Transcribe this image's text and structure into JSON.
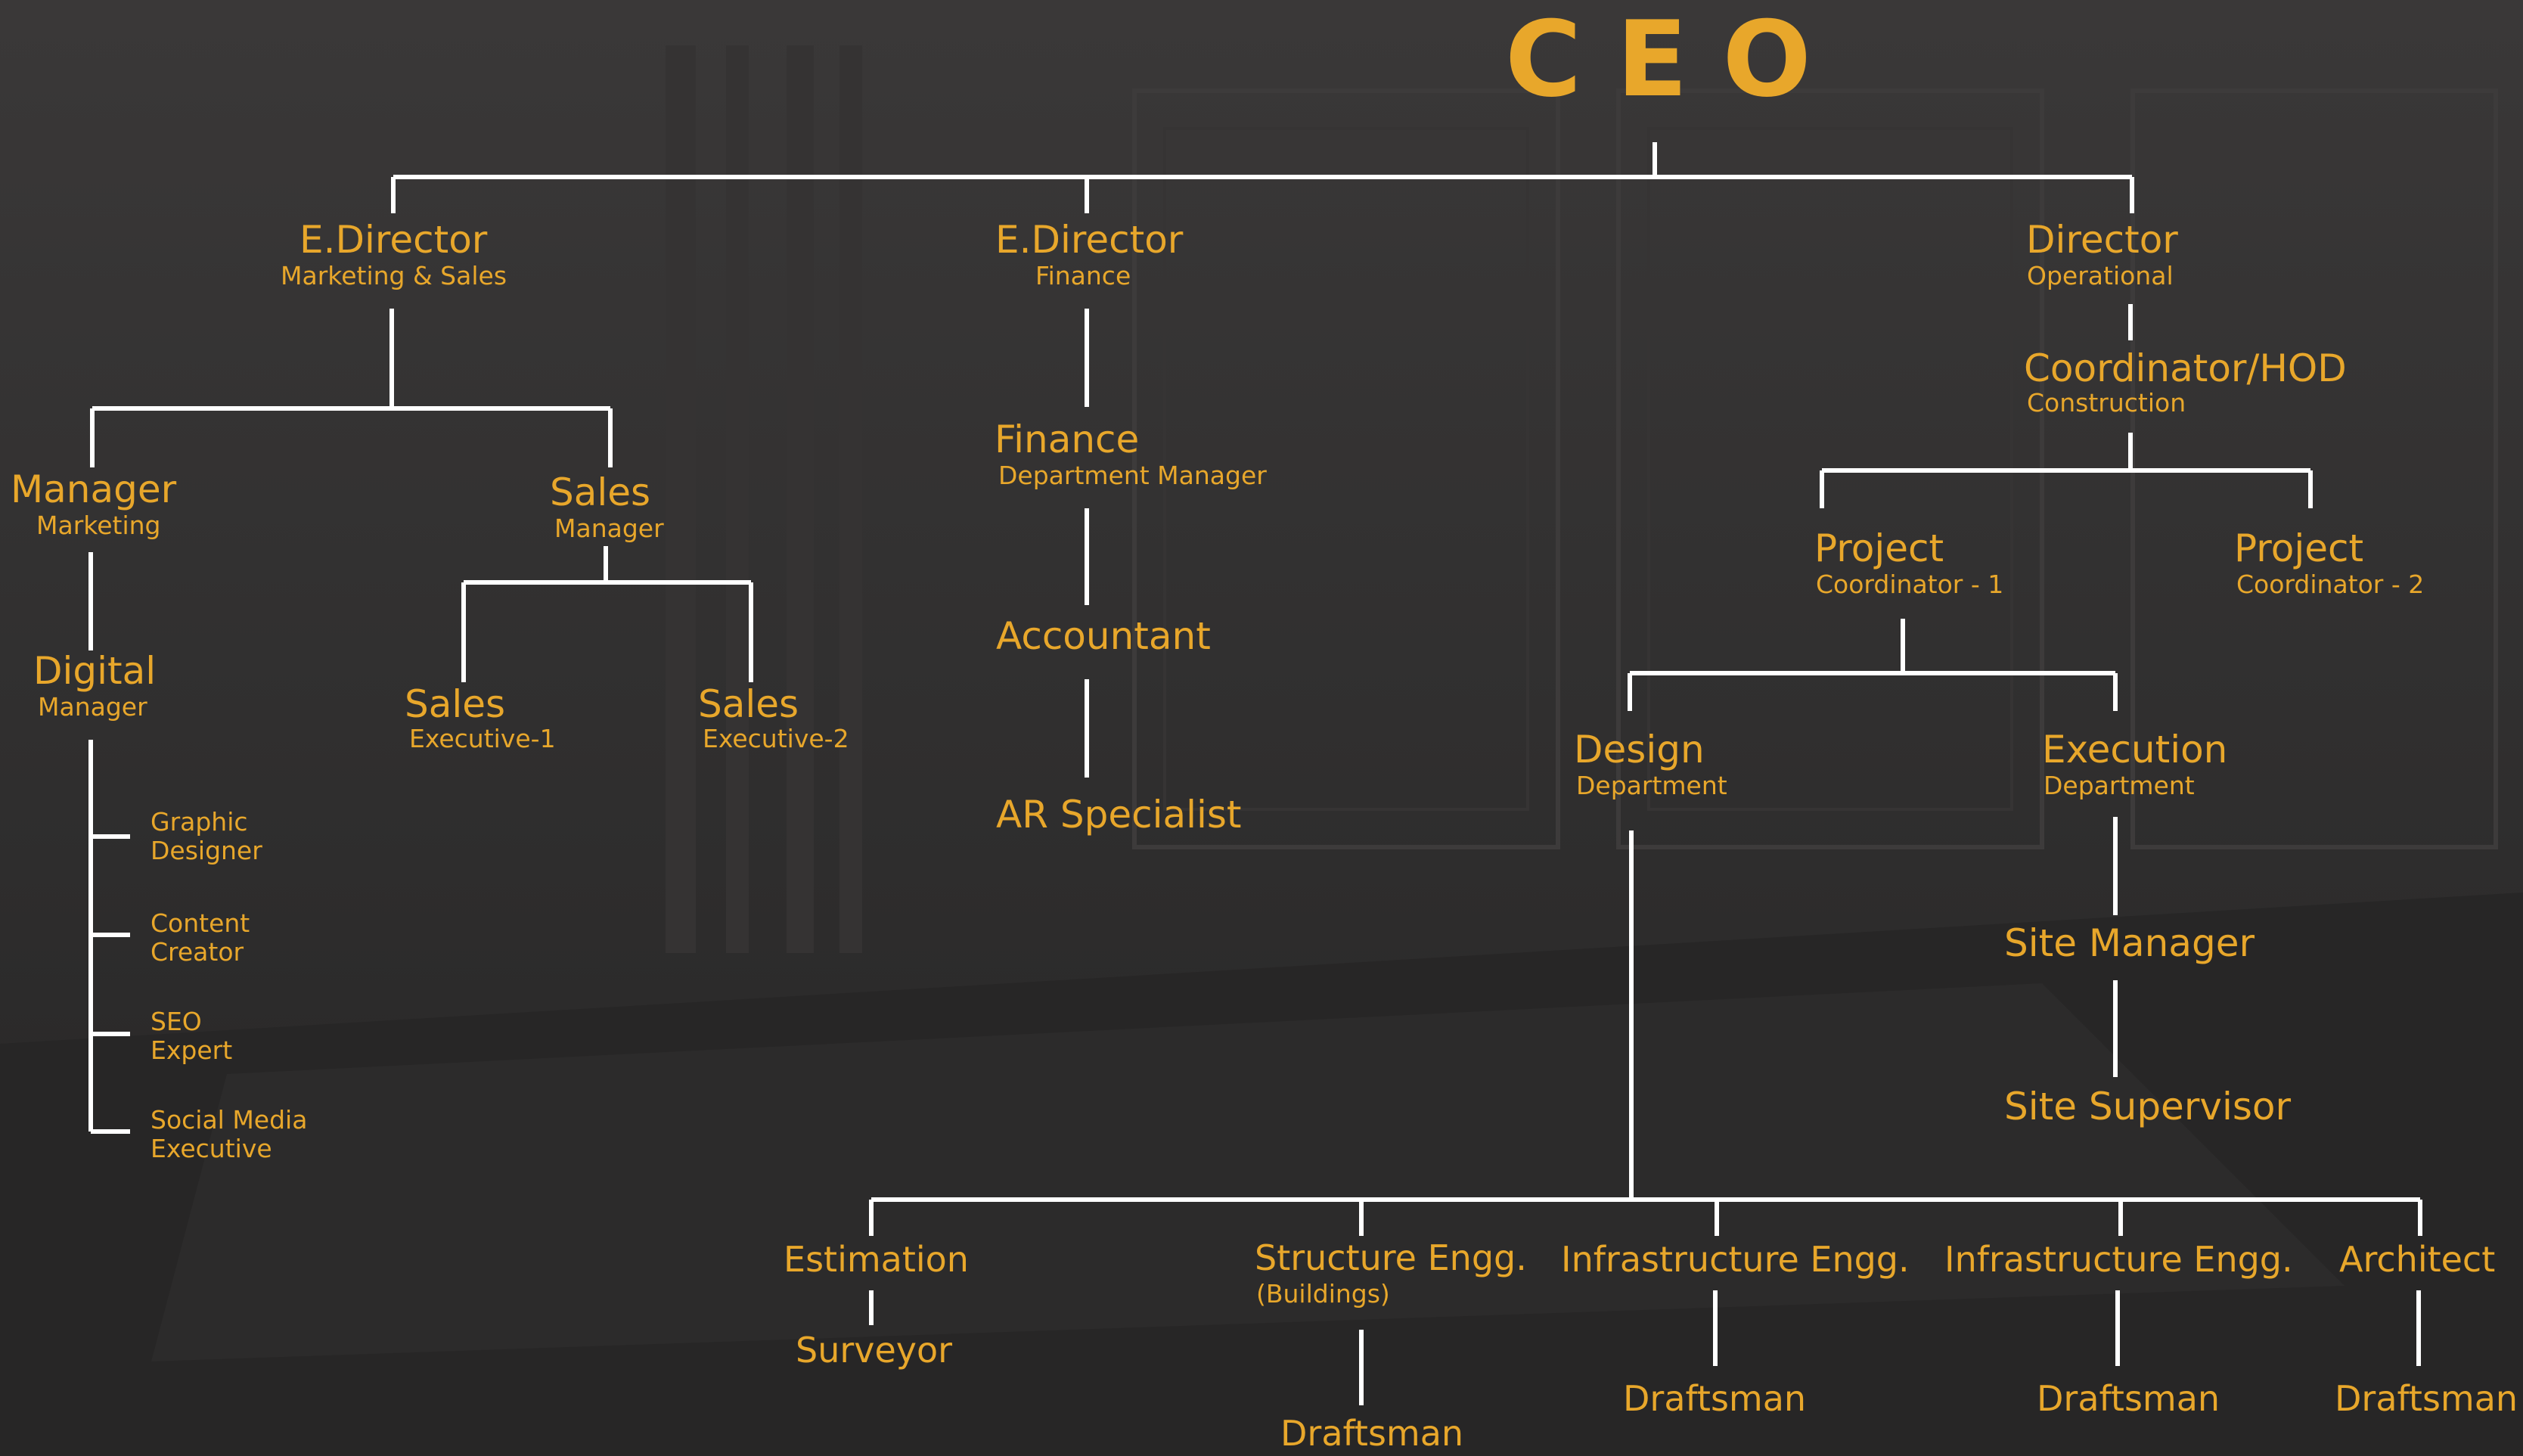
{
  "colors": {
    "accent": "#e8a72b",
    "line": "#ffffff",
    "background": "#2e2d2d"
  },
  "ceo": "CEO",
  "level1": [
    {
      "title": "E.Director",
      "subtitle": "Marketing & Sales"
    },
    {
      "title": "E.Director",
      "subtitle": "Finance"
    },
    {
      "title": "Director",
      "subtitle": "Operational"
    }
  ],
  "marketing": {
    "manager": {
      "title": "Manager",
      "subtitle": "Marketing"
    },
    "sales_manager": {
      "title": "Sales",
      "subtitle": "Manager"
    },
    "digital_manager": {
      "title": "Digital",
      "subtitle": "Manager"
    },
    "digital_team": [
      {
        "line1": "Graphic",
        "line2": "Designer"
      },
      {
        "line1": "Content",
        "line2": "Creator"
      },
      {
        "line1": "SEO",
        "line2": "Expert"
      },
      {
        "line1": "Social Media",
        "line2": "Executive"
      }
    ],
    "sales_execs": [
      {
        "title": "Sales",
        "subtitle": "Executive-1"
      },
      {
        "title": "Sales",
        "subtitle": "Executive-2"
      }
    ]
  },
  "finance": {
    "manager": {
      "title": "Finance",
      "subtitle": "Department Manager"
    },
    "accountant": "Accountant",
    "ar_specialist": "AR Specialist"
  },
  "operations": {
    "coordinator": {
      "title": "Coordinator/HOD",
      "subtitle": "Construction"
    },
    "project_coordinators": [
      {
        "title": "Project",
        "subtitle": "Coordinator - 1"
      },
      {
        "title": "Project",
        "subtitle": "Coordinator - 2"
      }
    ],
    "design": {
      "title": "Design",
      "subtitle": "Department"
    },
    "execution": {
      "title": "Execution",
      "subtitle": "Department"
    },
    "site_manager": "Site Manager",
    "site_supervisor": "Site Supervisor",
    "design_teams": [
      {
        "title": "Estimation",
        "subtitle": "",
        "child": "Surveyor"
      },
      {
        "title": "Structure Engg.",
        "subtitle": "(Buildings)",
        "child": "Draftsman"
      },
      {
        "title": "Infrastructure Engg.",
        "subtitle": "",
        "child": "Draftsman"
      },
      {
        "title": "Infrastructure Engg.",
        "subtitle": "",
        "child": "Draftsman"
      },
      {
        "title": "Architect",
        "subtitle": "",
        "child": "Draftsman"
      }
    ]
  }
}
